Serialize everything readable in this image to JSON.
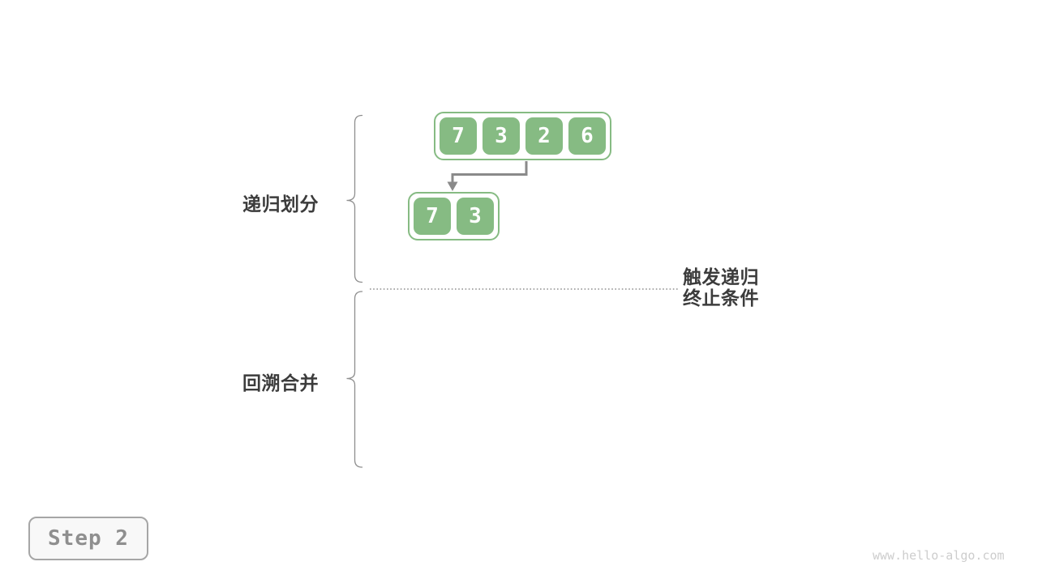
{
  "labels": {
    "recursive_divide": "递归划分",
    "backtrack_merge": "回溯合并",
    "termination_line1": "触发递归",
    "termination_line2": "终止条件"
  },
  "arrays": {
    "top": [
      "7",
      "3",
      "2",
      "6"
    ],
    "sub": [
      "7",
      "3"
    ]
  },
  "step_badge": {
    "label": "Step 2"
  },
  "watermark": "www.hello-algo.com",
  "colors": {
    "cell_green": "#86bb83",
    "arrow_gray": "#8a8a8a",
    "line_gray": "#8f8f8f",
    "label_dark": "#3c3c3c",
    "badge_border": "#a6a6a6",
    "badge_bg": "#f8f8f8",
    "badge_text": "#8f8f8f",
    "watermark_gray": "#cdcdcd"
  }
}
